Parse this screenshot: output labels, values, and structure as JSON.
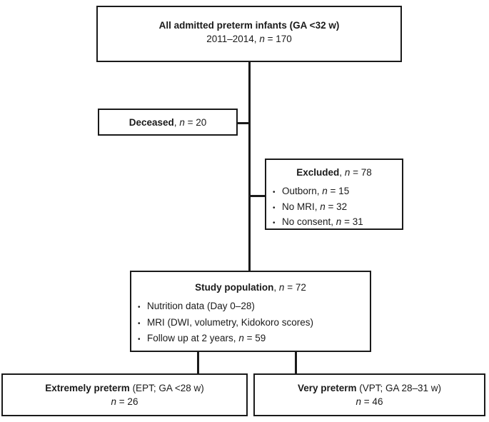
{
  "colors": {
    "line": "#1a1a1a",
    "text": "#1a1a1a",
    "background": "#ffffff"
  },
  "flowchart": {
    "bullet": "•",
    "top_box": {
      "title": "All admitted preterm infants (GA <32 w)",
      "line2_pre": "2011–2014, ",
      "line2_n": "n",
      "line2_post": " = 170"
    },
    "deceased_box": {
      "label": "Deceased",
      "sep": ", ",
      "n": "n",
      "value": " = 20"
    },
    "excluded_box": {
      "title": "Excluded",
      "sep": ", ",
      "n": "n",
      "value": " = 78",
      "bullets": [
        {
          "pre": "Outborn, ",
          "n": "n",
          "post": " = 15"
        },
        {
          "pre": "No MRI, ",
          "n": "n",
          "post": " = 32"
        },
        {
          "pre": "No consent, ",
          "n": "n",
          "post": " = 31"
        }
      ]
    },
    "study_box": {
      "title": "Study population",
      "sep": ", ",
      "n": "n",
      "value": " = 72",
      "bullets": [
        {
          "pre": "Nutrition data (Day 0–28)",
          "n": "",
          "post": ""
        },
        {
          "pre": "MRI (DWI, volumetry, Kidokoro scores)",
          "n": "",
          "post": ""
        },
        {
          "pre": "Follow up at 2 years, ",
          "n": "n",
          "post": " = 59"
        }
      ]
    },
    "ept_box": {
      "title_bold": "Extremely preterm",
      "title_rest": " (EPT; GA <28 w)",
      "n": "n",
      "value": " = 26"
    },
    "vpt_box": {
      "title_bold": "Very preterm",
      "title_rest": " (VPT; GA 28–31 w)",
      "n": "n",
      "value": " = 46"
    }
  }
}
